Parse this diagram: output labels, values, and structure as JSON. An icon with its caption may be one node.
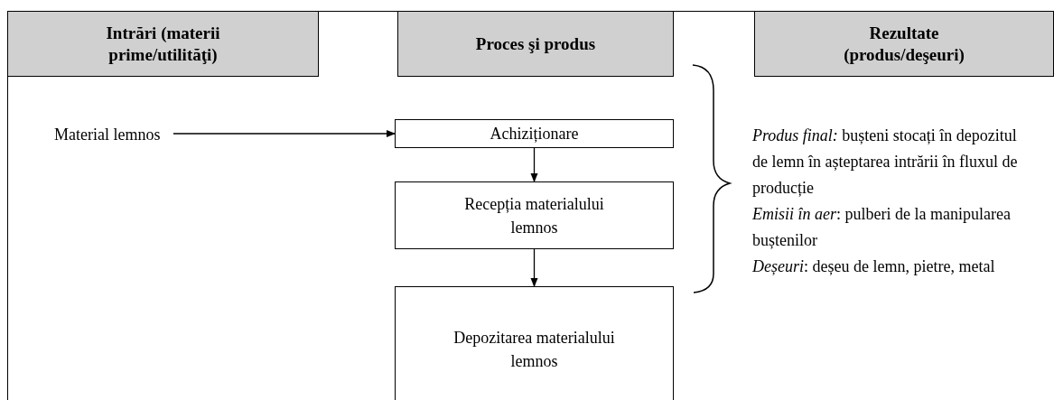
{
  "diagram": {
    "nodes": [
      {
        "text": [
          "Intrări (materii prime/utilităţi)"
        ]
      },
      {
        "text": [
          "Proces şi produs"
        ]
      },
      {
        "text": [
          "Rezultate (produs/deşeuri)"
        ]
      },
      {
        "text": [
          "Material lemnos"
        ]
      },
      {
        "text": [
          "Achiziționare"
        ]
      },
      {
        "text": [
          "Recepția materialului lemnos"
        ]
      },
      {
        "text": [
          "Depozitarea materialului lemnos"
        ]
      }
    ],
    "edges": [
      {
        "from": 3,
        "to": 4,
        "arrow": "to"
      },
      {
        "from": 4,
        "to": 5,
        "arrow": "to"
      },
      {
        "from": 5,
        "to": 6,
        "arrow": "to"
      }
    ],
    "labels": [
      "*Produs final:* bușteni stocați în depozitul de lemn în așteptarea intrării în fluxul de producție",
      "*Emisii în aer*: pulberi de la manipularea buștenilor",
      "*Deșeuri*: deșeu de lemn, pietre, metal"
    ]
  }
}
